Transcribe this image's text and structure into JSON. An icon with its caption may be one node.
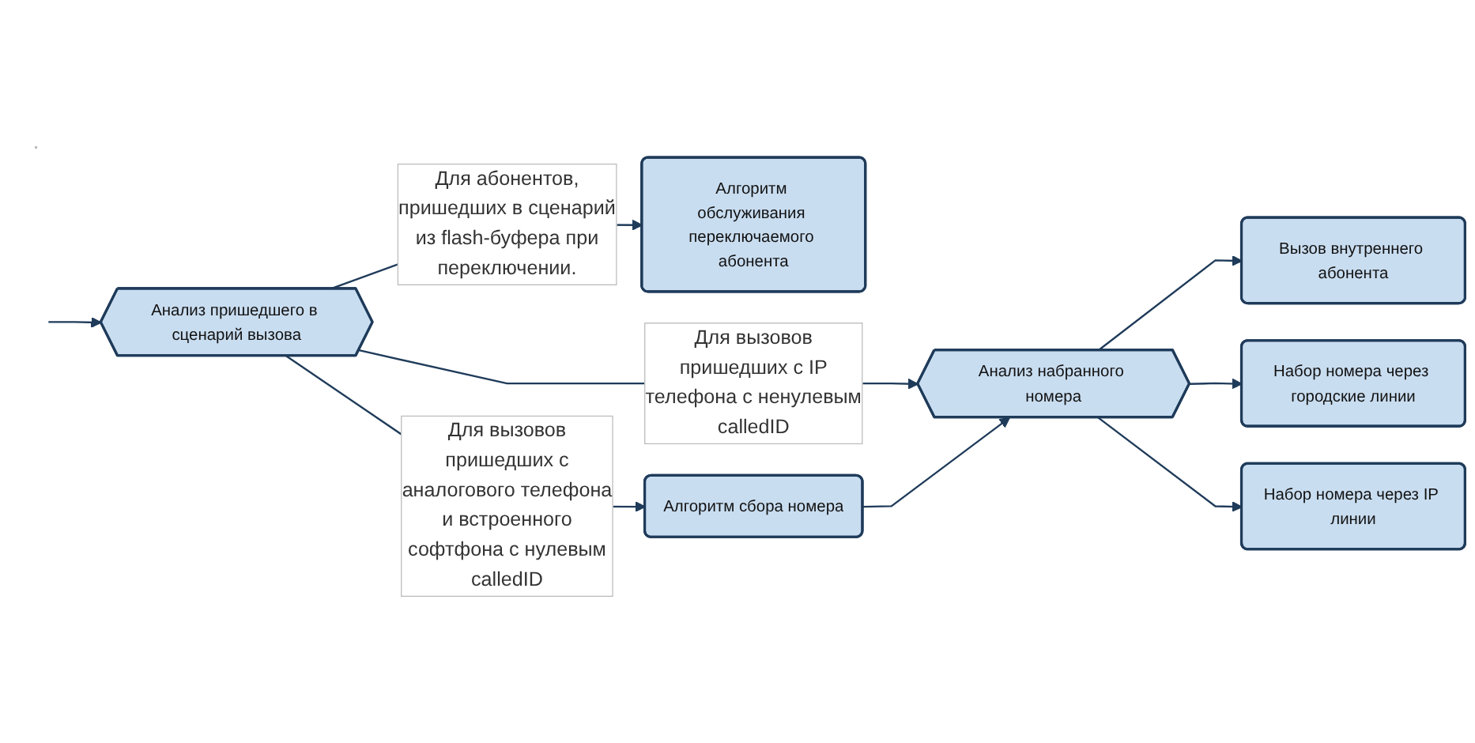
{
  "diagram": {
    "nodes": [
      {
        "text": [
          "Анализ пришедшего в сценарий вызова"
        ]
      },
      {
        "text": [
          "Алгоритм обслуживания переключаемого абонента"
        ]
      },
      {
        "text": [
          "Алгоритм сбора номера"
        ]
      },
      {
        "text": [
          "Анализ набранного номера"
        ]
      },
      {
        "text": [
          "Вызов внутреннего абонента"
        ]
      },
      {
        "text": [
          "Набор номера через городские линии"
        ]
      },
      {
        "text": [
          "Набор номера через IP линии"
        ]
      }
    ],
    "edges": [
      {
        "from": null,
        "to": 0,
        "arrow": "to"
      },
      {
        "from": 0,
        "to": 1,
        "arrow": "to",
        "label": "Для абонентов, пришедших в сценарий из flash-буфера при переключении."
      },
      {
        "from": 0,
        "to": 2,
        "arrow": "to",
        "label": "Для вызовов пришедших с аналогового телефона и встроенного софтфона с нулевым calledID"
      },
      {
        "from": 0,
        "to": 3,
        "arrow": "to",
        "label": "Для вызовов пришедших с IP телефона с ненулевым calledID"
      },
      {
        "from": 2,
        "to": 3,
        "arrow": "to"
      },
      {
        "from": 3,
        "to": 4,
        "arrow": "to"
      },
      {
        "from": 3,
        "to": 5,
        "arrow": "to"
      },
      {
        "from": 3,
        "to": 6,
        "arrow": "to"
      }
    ]
  }
}
